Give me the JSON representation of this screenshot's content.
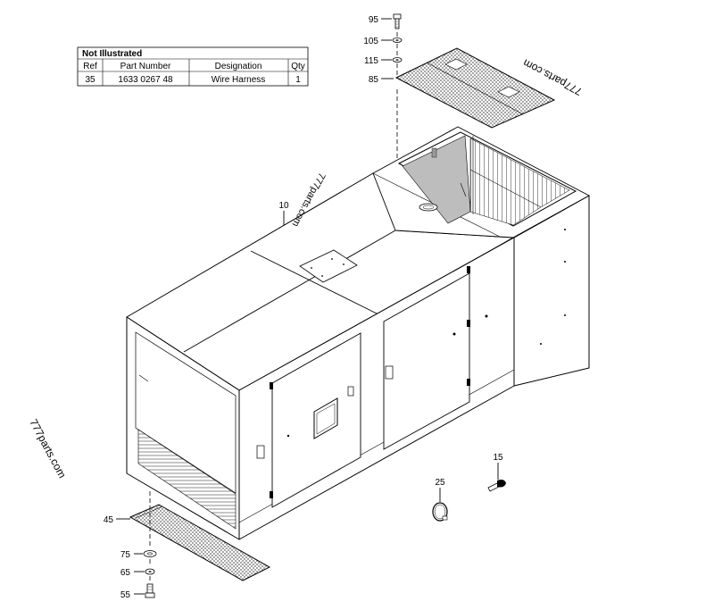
{
  "not_illustrated_table": {
    "title": "Not Illustrated",
    "headers": [
      "Ref",
      "Part Number",
      "Designation",
      "Qty"
    ],
    "rows": [
      [
        "35",
        "1633 0267 48",
        "Wire Harness",
        "1"
      ]
    ]
  },
  "callouts": {
    "c95": "95",
    "c105": "105",
    "c115": "115",
    "c85": "85",
    "c10": "10",
    "c15": "15",
    "c25": "25",
    "c45": "45",
    "c75": "75",
    "c65": "65",
    "c55": "55"
  },
  "watermarks": {
    "top_right": "777parts.com",
    "roof": "777parts.com",
    "left": "777parts.com"
  }
}
